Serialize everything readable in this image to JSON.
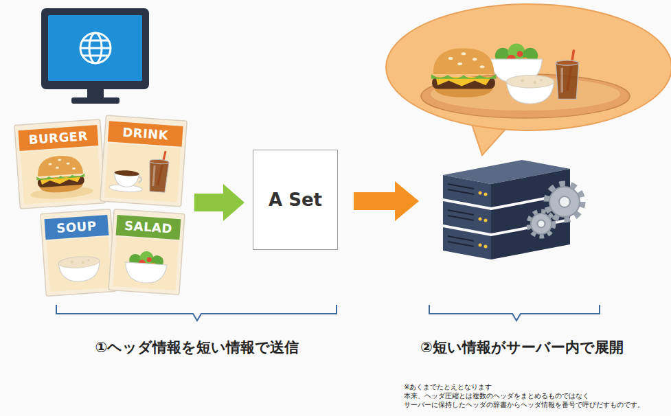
{
  "diagram": {
    "nodes": [
      {
        "text": [
          "BURGER"
        ]
      },
      {
        "text": [
          "DRINK"
        ]
      },
      {
        "text": [
          "SOUP"
        ]
      },
      {
        "text": [
          "SALAD"
        ]
      },
      {
        "text": [
          "A Set"
        ]
      }
    ],
    "labels": [
      "①ヘッダ情報を短い情報で送信",
      "②短い情報がサーバー内で展開",
      "※あくまでたとえとなります",
      "本来、ヘッダ圧縮とは複数のヘッダをまとめるものではなく",
      "サーバーに保持したヘッダの辞書からヘッダ情報を番号で呼びだすものです。"
    ]
  }
}
